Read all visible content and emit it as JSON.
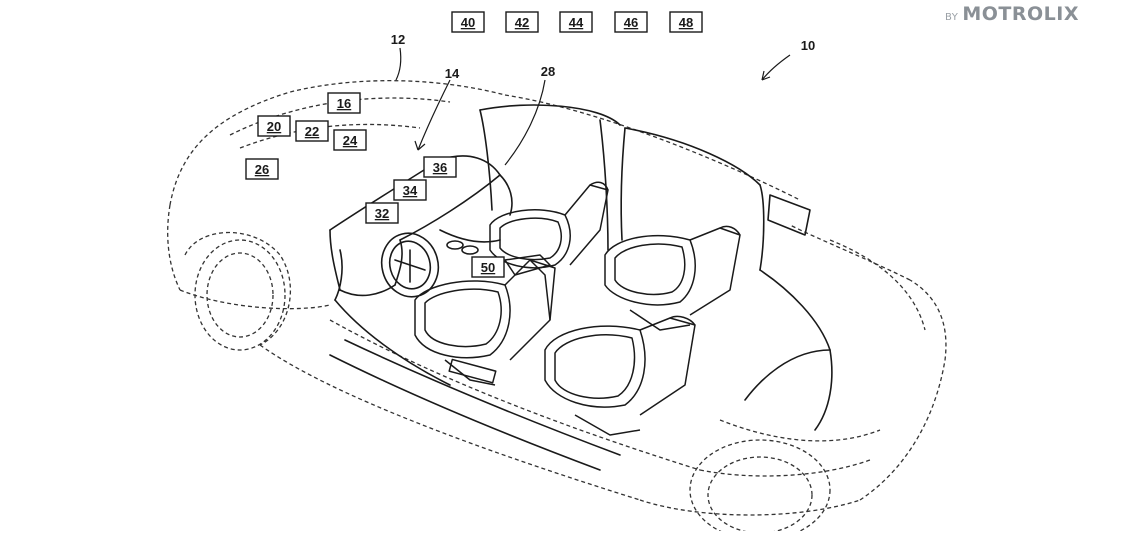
{
  "watermark": {
    "by": "BY",
    "brand": "MOTROLIX"
  },
  "figure": {
    "top_labels": [
      "40",
      "42",
      "44",
      "46",
      "48"
    ],
    "boxed_labels": [
      "16",
      "20",
      "22",
      "24",
      "26",
      "36",
      "34",
      "32",
      "50"
    ],
    "leader_labels": [
      "12",
      "14",
      "28",
      "10"
    ]
  },
  "colors": {
    "line": "#1a1a1a",
    "dashed": "#333333",
    "watermark": "#8a9096"
  }
}
